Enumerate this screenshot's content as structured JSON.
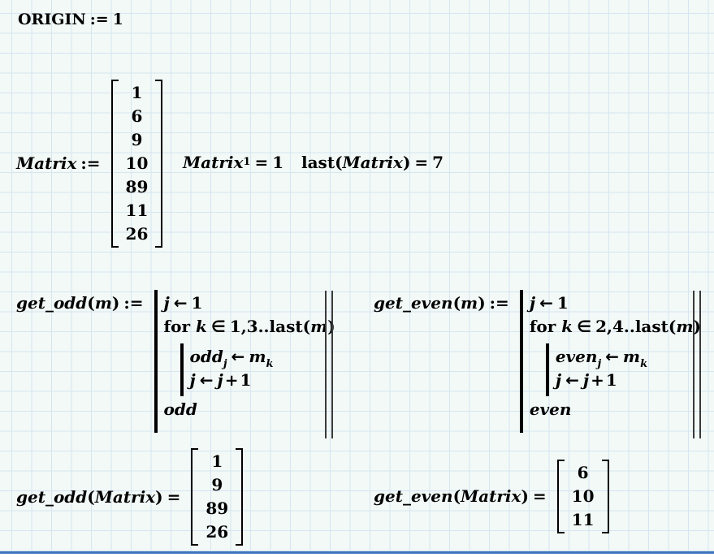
{
  "origin": {
    "name": "ORIGIN",
    "op": ":=",
    "value": "1"
  },
  "matrix": {
    "name": "Matrix",
    "op": ":=",
    "values": [
      "1",
      "6",
      "9",
      "10",
      "89",
      "11",
      "26"
    ]
  },
  "index_expr": {
    "name": "Matrix",
    "sub": "1",
    "eq": "=",
    "value": "1"
  },
  "last_expr": {
    "fn": "last",
    "open": "(",
    "arg": "Matrix",
    "close": ")",
    "eq": "=",
    "value": "7"
  },
  "get_odd": {
    "name": "get_odd",
    "open": "(",
    "param": "m",
    "close": ")",
    "op": ":=",
    "line1": {
      "lhs": "j",
      "arrow": "←",
      "rhs": "1"
    },
    "line2": {
      "kw": "for",
      "var": "k",
      "mem": "∈",
      "range": "1,3..",
      "fn": "last",
      "open": "(",
      "arg": "m",
      "close": ")"
    },
    "line3": {
      "dst": "odd",
      "dsub": "j",
      "arrow": "←",
      "src": "m",
      "ssub": "k"
    },
    "line4": {
      "lhs": "j",
      "arrow": "←",
      "rhs_var": "j",
      "plus": "+",
      "one": "1"
    },
    "line5": {
      "ret": "odd"
    }
  },
  "get_even": {
    "name": "get_even",
    "open": "(",
    "param": "m",
    "close": ")",
    "op": ":=",
    "line1": {
      "lhs": "j",
      "arrow": "←",
      "rhs": "1"
    },
    "line2": {
      "kw": "for",
      "var": "k",
      "mem": "∈",
      "range": "2,4..",
      "fn": "last",
      "open": "(",
      "arg": "m",
      "close": ")"
    },
    "line3": {
      "dst": "even",
      "dsub": "j",
      "arrow": "←",
      "src": "m",
      "ssub": "k"
    },
    "line4": {
      "lhs": "j",
      "arrow": "←",
      "rhs_var": "j",
      "plus": "+",
      "one": "1"
    },
    "line5": {
      "ret": "even"
    }
  },
  "odd_result": {
    "name": "get_odd",
    "open": "(",
    "arg": "Matrix",
    "close": ")",
    "eq": "=",
    "values": [
      "1",
      "9",
      "89",
      "26"
    ]
  },
  "even_result": {
    "name": "get_even",
    "open": "(",
    "arg": "Matrix",
    "close": ")",
    "eq": "=",
    "values": [
      "6",
      "10",
      "11"
    ]
  }
}
